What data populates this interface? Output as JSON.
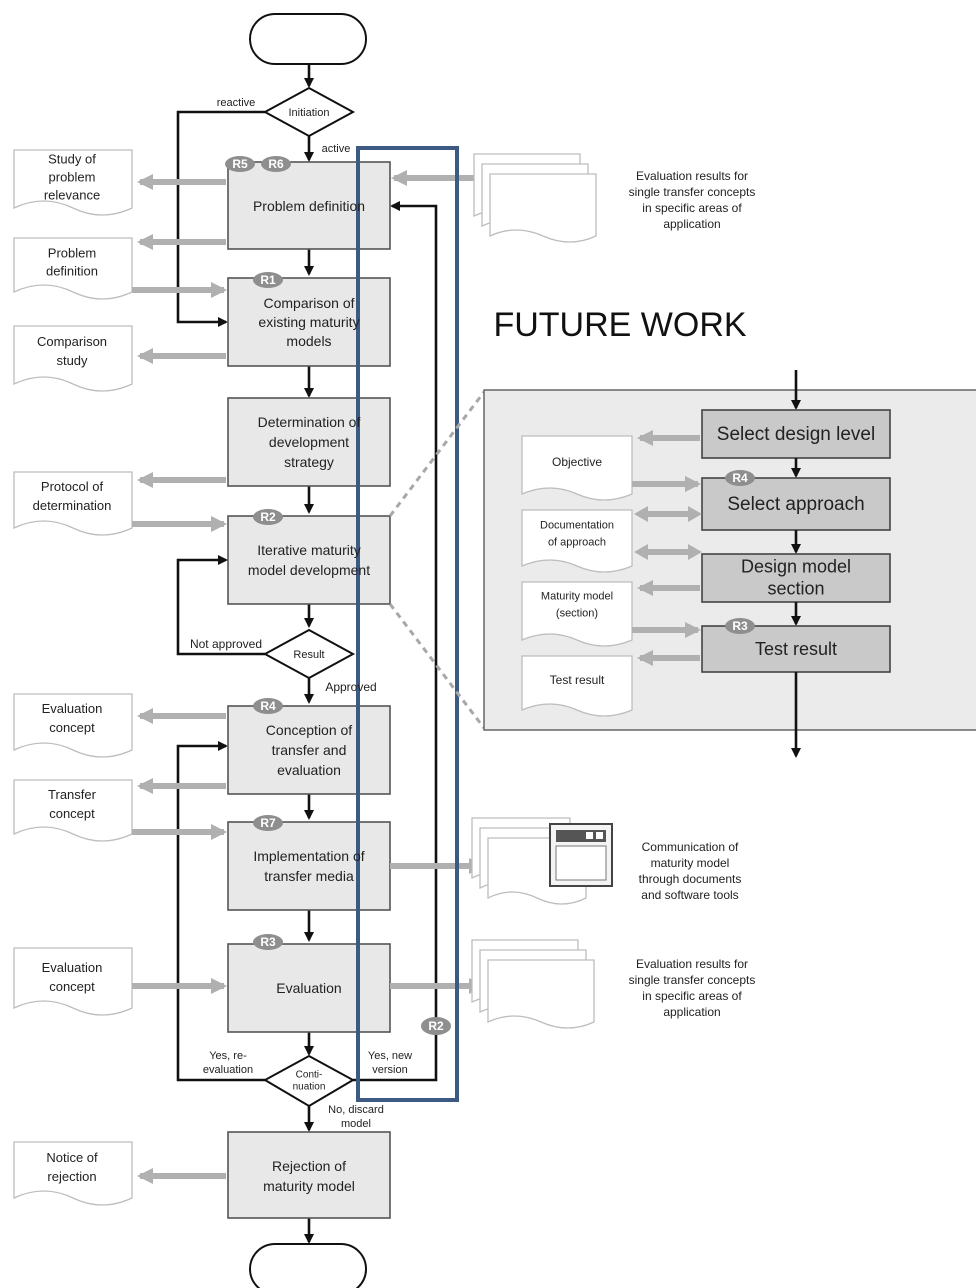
{
  "labels": {
    "initiation": "Initiation",
    "reactive": "reactive",
    "active": "active",
    "problem_definition": [
      "Problem definition"
    ],
    "comparison": [
      "Comparison of",
      "existing maturity",
      "models"
    ],
    "determination": [
      "Determination of",
      "development",
      "strategy"
    ],
    "iterative": [
      "Iterative maturity",
      "model development"
    ],
    "result": "Result",
    "not_approved": "Not approved",
    "approved": "Approved",
    "conception": [
      "Conception of",
      "transfer and",
      "evaluation"
    ],
    "implementation": [
      "Implementation of",
      "transfer media"
    ],
    "evaluation": [
      "Evaluation"
    ],
    "continuation": [
      "Conti-",
      "nuation"
    ],
    "yes_reevaluation": [
      "Yes, re-",
      "evaluation"
    ],
    "yes_new_version": [
      "Yes, new",
      "version"
    ],
    "no_discard": [
      "No, discard",
      "model"
    ],
    "rejection": [
      "Rejection of",
      "maturity model"
    ]
  },
  "documents": {
    "study_relevance": [
      "Study of",
      "problem",
      "relevance"
    ],
    "problem_definition": [
      "Problem",
      "definition"
    ],
    "comparison_study": [
      "Comparison",
      "study"
    ],
    "protocol": [
      "Protocol of",
      "determination"
    ],
    "evaluation_concept_1": [
      "Evaluation",
      "concept"
    ],
    "transfer_concept": [
      "Transfer",
      "concept"
    ],
    "evaluation_concept_2": [
      "Evaluation",
      "concept"
    ],
    "notice_rejection": [
      "Notice of",
      "rejection"
    ]
  },
  "external_notes": {
    "top": [
      "Evaluation results for",
      "single transfer concepts",
      "in specific areas of",
      "application"
    ],
    "communication": [
      "Communication of",
      "maturity model",
      "through documents",
      "and software tools"
    ],
    "bottom": [
      "Evaluation results for",
      "single transfer concepts",
      "in specific areas of",
      "application"
    ]
  },
  "badges": {
    "r5": "R5",
    "r6": "R6",
    "r1": "R1",
    "r2": "R2",
    "r4": "R4",
    "r7": "R7",
    "r3": "R3",
    "r2_loop": "R2",
    "r4_detail": "R4",
    "r3_detail": "R3"
  },
  "future_work": "FUTURE WORK",
  "detail": {
    "select_design_level": "Select design level",
    "select_approach": "Select approach",
    "design_model_section": [
      "Design model",
      "section"
    ],
    "test_result": "Test result",
    "doc_objective": [
      "Objective"
    ],
    "doc_documentation": [
      "Documentation",
      "of approach"
    ],
    "doc_maturity_model": [
      "Maturity model",
      "(section)"
    ],
    "doc_test_result": [
      "Test result"
    ]
  },
  "colors": {
    "highlight_frame": "#3c5a82",
    "process_fill": "#e8e8e8",
    "detail_fill": "#c9c9c9",
    "badge": "#8e8e8e"
  }
}
